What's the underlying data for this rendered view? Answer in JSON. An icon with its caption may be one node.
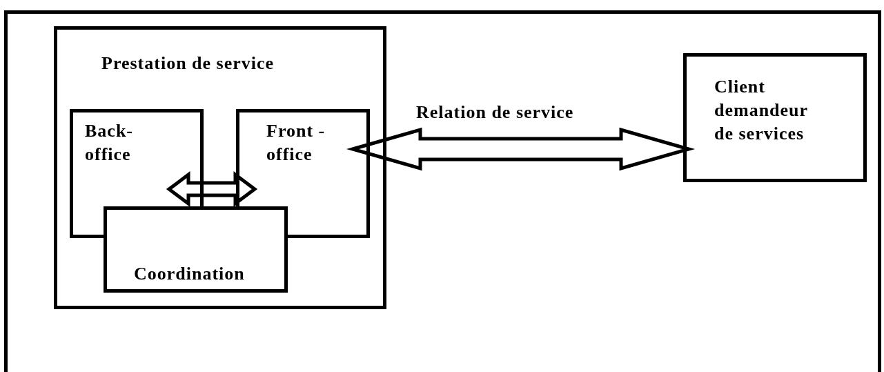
{
  "diagram": {
    "nodes": [
      {
        "text": [
          "Prestation de service"
        ]
      },
      {
        "text": [
          "Back- office"
        ],
        "in": 0
      },
      {
        "text": [
          "Front - office"
        ],
        "in": 0
      },
      {
        "text": [
          "Coordination"
        ],
        "in": 0
      },
      {
        "text": [
          "Client demandeur de services"
        ]
      }
    ],
    "edges": [
      {
        "from": 1,
        "to": 2,
        "arrow": "both"
      },
      {
        "from": 2,
        "to": 4,
        "arrow": "both",
        "label": "Relation de service"
      }
    ]
  }
}
